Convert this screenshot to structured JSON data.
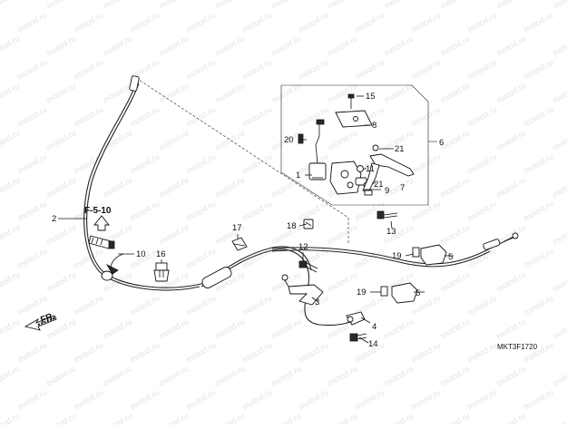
{
  "diagram": {
    "code": "MKT3F1720",
    "reference": "F-5-10",
    "direction_label": "FR.",
    "watermark": "motod.ru",
    "callouts": {
      "p1": "1",
      "p2": "2",
      "p3": "3",
      "p4": "4",
      "p5a": "5",
      "p5b": "5",
      "p6": "6",
      "p7": "7",
      "p8": "8",
      "p9": "9",
      "p10": "10",
      "p11": "11",
      "p12": "12",
      "p13": "13",
      "p14": "14",
      "p15": "15",
      "p16": "16",
      "p17": "17",
      "p18": "18",
      "p19a": "19",
      "p19b": "19",
      "p20": "20",
      "p21a": "21",
      "p21b": "21"
    }
  }
}
